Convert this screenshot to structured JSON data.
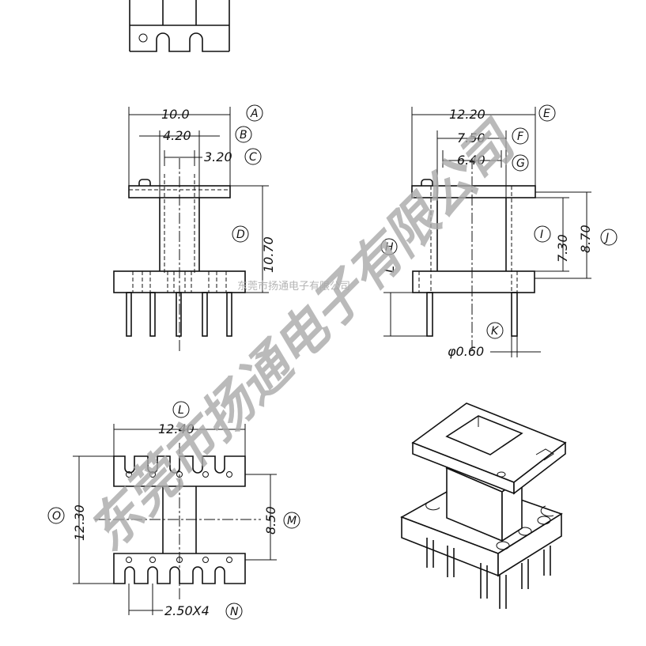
{
  "dimensions": {
    "A": "10.0",
    "B": "4.20",
    "C": "3.20",
    "D": "10.70",
    "E": "12.20",
    "F": "7.50",
    "G": "6.40",
    "H": "L",
    "I": "7.30",
    "J": "8.70",
    "K": "φ0.60",
    "L": "12.40",
    "M": "8.50",
    "N": "2.50X4",
    "O": "12.30"
  },
  "labels": [
    "A",
    "B",
    "C",
    "D",
    "E",
    "F",
    "G",
    "H",
    "I",
    "J",
    "K",
    "L",
    "M",
    "N",
    "O"
  ],
  "watermark": {
    "main": "东莞市扬通电子有限公司",
    "small": "东莞市扬通电子有限公司"
  },
  "colors": {
    "line": "#111111",
    "watermark": "#a9a9a9",
    "background": "#ffffff"
  }
}
